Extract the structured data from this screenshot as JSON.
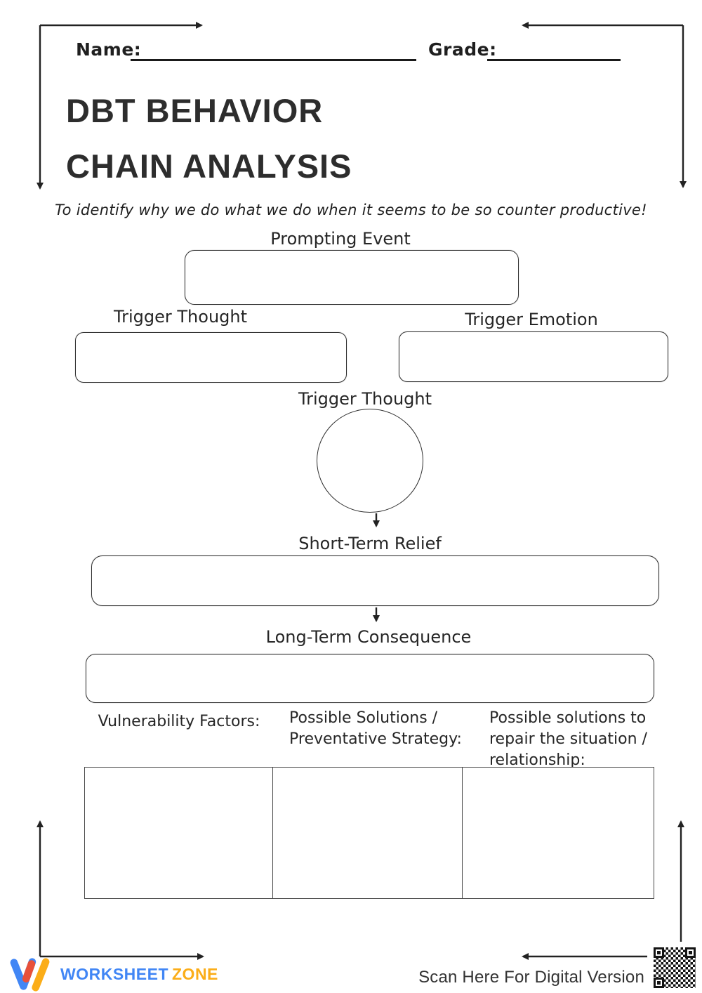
{
  "page": {
    "name_label": "Name:",
    "grade_label": "Grade:",
    "title": "DBT BEHAVIOR\nCHAIN ANALYSIS",
    "subtitle": "To identify why we do what we do when it seems to be so counter productive!"
  },
  "diagram": {
    "prompting_event": "Prompting Event",
    "trigger_thought": "Trigger Thought",
    "trigger_emotion": "Trigger Emotion",
    "trigger_thought_circle": "Trigger Thought",
    "short_term_relief": "Short-Term Relief",
    "long_term_consequence": "Long-Term Consequence"
  },
  "table": {
    "headers": [
      "Vulnerability Factors:",
      "Possible Solutions /\nPreventative Strategy:",
      "Possible solutions to\nrepair the situation /\nrelationship:"
    ]
  },
  "footer": {
    "brand_word_1": "WORKSHEET",
    "brand_word_2": "ZONE",
    "scan_label": "Scan Here For Digital Version"
  },
  "icons": {
    "qr": "qr-code",
    "logo": "worksheetzone-w-mark",
    "corner_arrows": "decorative-corner-arrows"
  },
  "colors": {
    "ink": "#2d2d2d",
    "line": "#222222",
    "brand_blue": "#4186F5",
    "brand_red": "#E8503A",
    "brand_yellow": "#FBAD18"
  }
}
